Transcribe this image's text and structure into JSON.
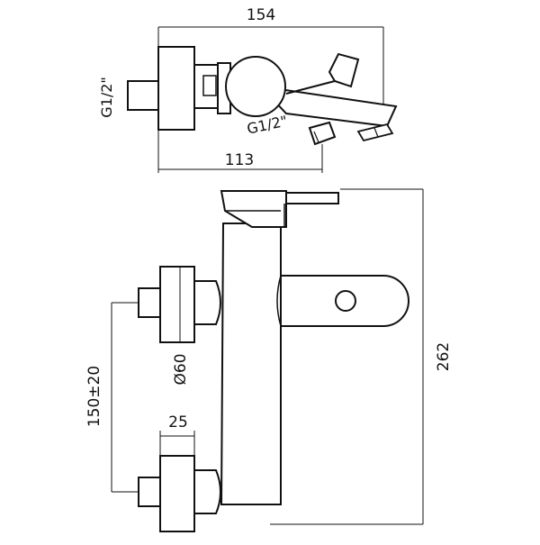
{
  "drawing": {
    "colors": {
      "line": "#111111",
      "background": "#ffffff"
    },
    "dimensions": {
      "overall_width": "154",
      "inlet_to_spout": "113",
      "inlet_thread_left": "G1/2\"",
      "inlet_thread_outlet": "G1/2\"",
      "height": "262",
      "eccentric_spacing": "150±20",
      "cover_diameter": "Ø60",
      "cover_depth": "25"
    }
  }
}
